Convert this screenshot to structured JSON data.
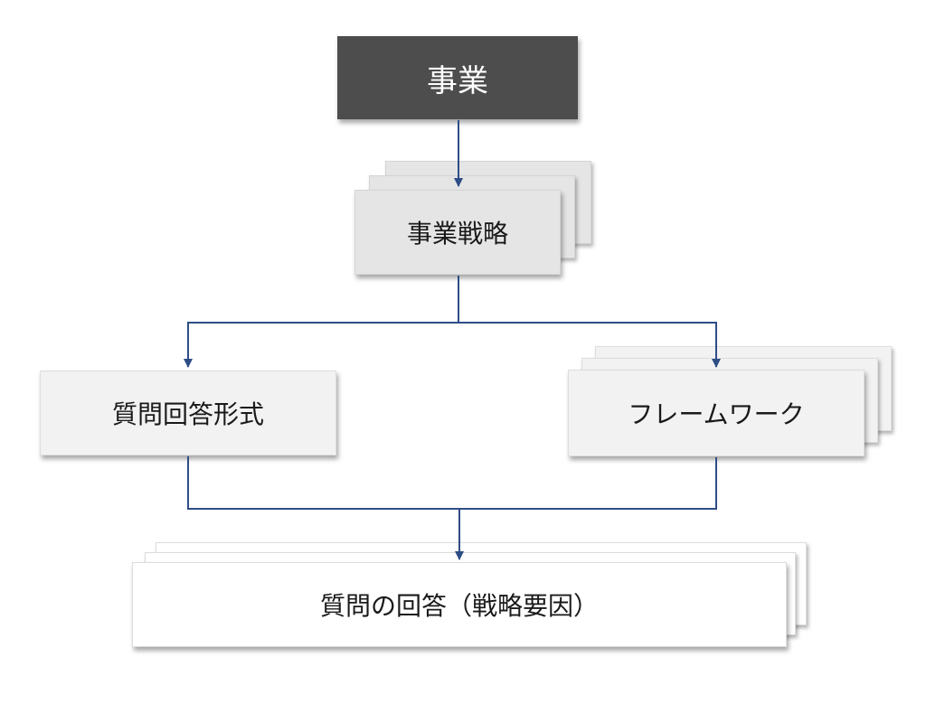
{
  "nodes": {
    "business": {
      "label": "事業"
    },
    "business_strategy": {
      "label": "事業戦略"
    },
    "qa_format": {
      "label": "質問回答形式"
    },
    "framework": {
      "label": "フレームワーク"
    },
    "answers": {
      "label": "質問の回答（戦略要因）"
    }
  },
  "colors": {
    "connector": "#2e4d86",
    "dark_box": "#4d4d4d",
    "gray_box": "#e5e5e5",
    "light_box": "#f2f2f2",
    "white_box": "#ffffff"
  }
}
